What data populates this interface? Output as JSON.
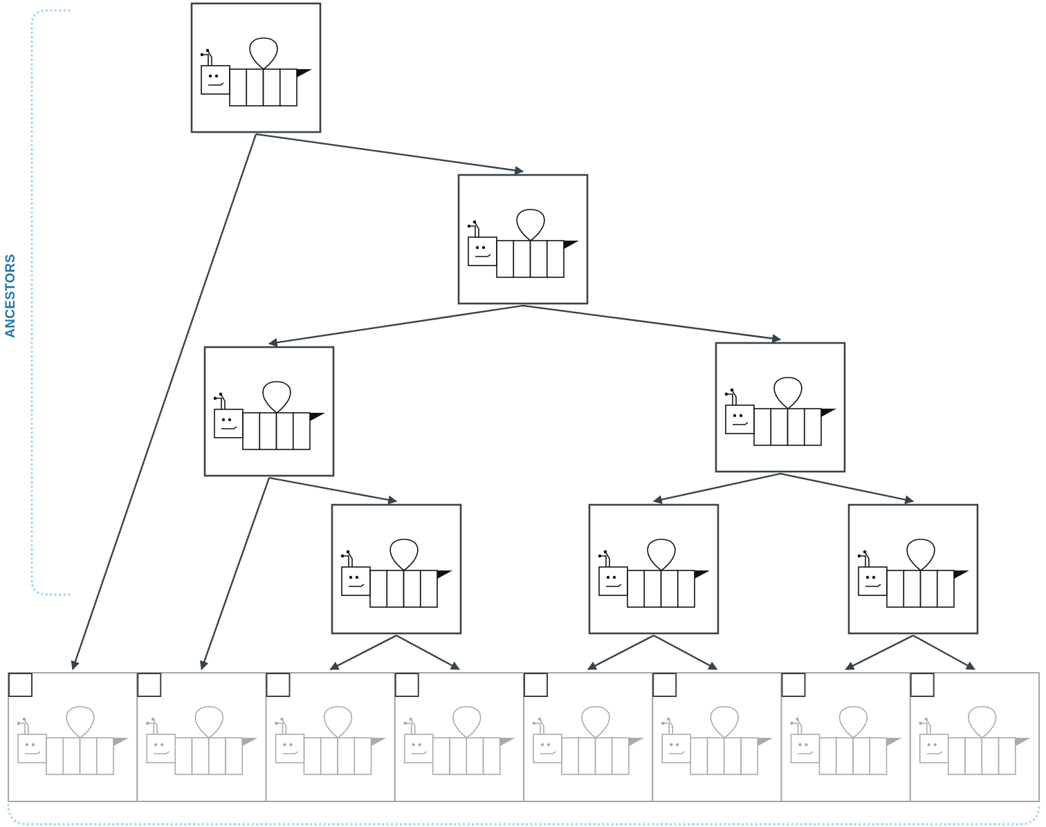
{
  "diagram": {
    "ancestors_label": "ANCESTORS",
    "colors": {
      "label": "#1f78a8",
      "bracket": "#a9d6ec",
      "node_border": "#37424a",
      "edge": "#37424a",
      "leaf_border": "#a5a5a5",
      "robot_dark": "#111111",
      "robot_faded": "#aaaaaa"
    },
    "node_icon": "robot-caterpillar-icon",
    "leaf_checkbox_icon": "checkbox-icon",
    "ancestor_nodes": [
      "n1",
      "n2",
      "n3",
      "n4",
      "n5",
      "n6",
      "n7"
    ],
    "leaf_nodes": [
      "l1",
      "l2",
      "l3",
      "l4",
      "l5",
      "l6",
      "l7",
      "l8"
    ],
    "edges": [
      [
        "n1",
        "n2"
      ],
      [
        "n1",
        "l1"
      ],
      [
        "n2",
        "n3"
      ],
      [
        "n2",
        "n4"
      ],
      [
        "n3",
        "n5"
      ],
      [
        "n3",
        "l2"
      ],
      [
        "n4",
        "n6"
      ],
      [
        "n4",
        "n7"
      ],
      [
        "n5",
        "l3"
      ],
      [
        "n5",
        "l4"
      ],
      [
        "n6",
        "l5"
      ],
      [
        "n6",
        "l6"
      ],
      [
        "n7",
        "l7"
      ],
      [
        "n7",
        "l8"
      ]
    ]
  }
}
